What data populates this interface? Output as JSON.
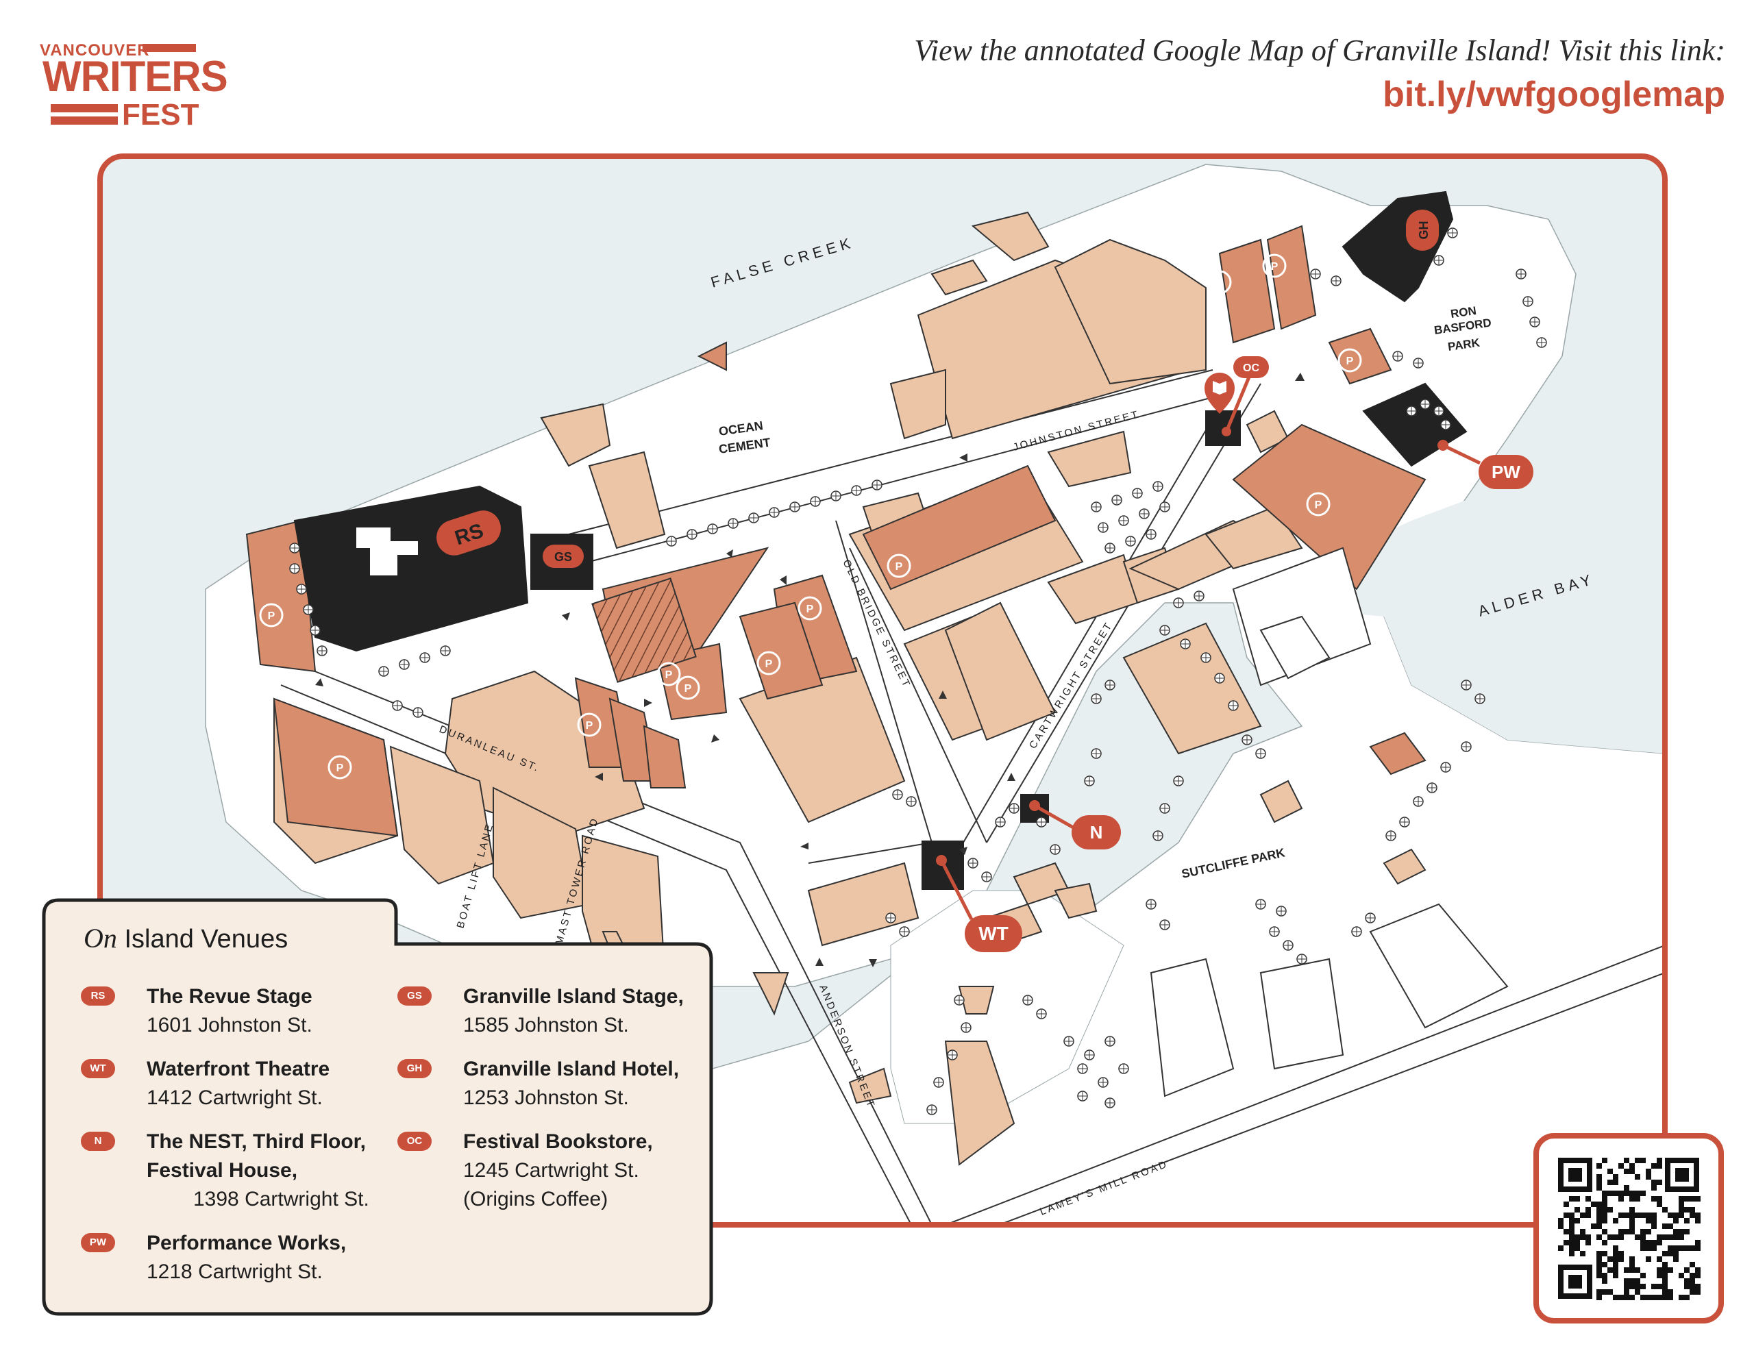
{
  "brand": {
    "line1": "VANCOUVER",
    "line2": "WRITERS",
    "line3": "FEST"
  },
  "header": {
    "prompt": "View the annotated Google Map of Granville Island! Visit this link:",
    "link": "bit.ly/vwfgooglemap"
  },
  "colors": {
    "accent": "#c9503a",
    "water": "#e8eff0",
    "building_light": "#ecc4a6",
    "building_mid": "#d88d6c",
    "venue_dark": "#222222",
    "legend_bg": "#f8ede3"
  },
  "map": {
    "water_labels": {
      "false_creek": "FALSE CREEK",
      "alder_bay": "ALDER BAY"
    },
    "area_labels": {
      "ocean_cement_1": "OCEAN",
      "ocean_cement_2": "CEMENT",
      "ron_1": "RON",
      "ron_2": "BASFORD",
      "ron_3": "PARK",
      "sutcliffe": "SUTCLIFFE PARK"
    },
    "streets": {
      "johnston": "JOHNSTON STREET",
      "old_bridge": "OLD BRIDGE STREET",
      "cartwright": "CARTWRIGHT STREET",
      "duranleau": "DURANLEAU ST.",
      "boat_lift": "BOAT LIFT LANE",
      "mast_tower": "MAST TOWER ROAD",
      "anderson": "ANDERSON STREET",
      "lameys": "LAMEY'S MILL ROAD"
    },
    "parking_symbol": "P",
    "markers": {
      "rs": "RS",
      "gs": "GS",
      "gh": "GH",
      "oc": "OC",
      "pw": "PW",
      "n": "N",
      "wt": "WT"
    }
  },
  "legend": {
    "title_italic": "On",
    "title_rest": "Island Venues",
    "venues": [
      {
        "code": "RS",
        "name": "The Revue Stage",
        "address": "1601 Johnston St."
      },
      {
        "code": "WT",
        "name": "Waterfront Theatre",
        "address": "1412 Cartwright St."
      },
      {
        "code": "N",
        "name": "The NEST, Third Floor,",
        "name2": "Festival House,",
        "address": "1398 Cartwright St."
      },
      {
        "code": "PW",
        "name": "Performance Works,",
        "address": "1218 Cartwright St."
      },
      {
        "code": "GS",
        "name": "Granville Island Stage,",
        "address": "1585 Johnston St."
      },
      {
        "code": "GH",
        "name": "Granville Island Hotel,",
        "address": "1253 Johnston St."
      },
      {
        "code": "OC",
        "name": "Festival Bookstore,",
        "address": "1245 Cartwright  St.",
        "address2": "(Origins Coffee)"
      }
    ]
  },
  "qr": {
    "icon": "qr-code-icon"
  }
}
